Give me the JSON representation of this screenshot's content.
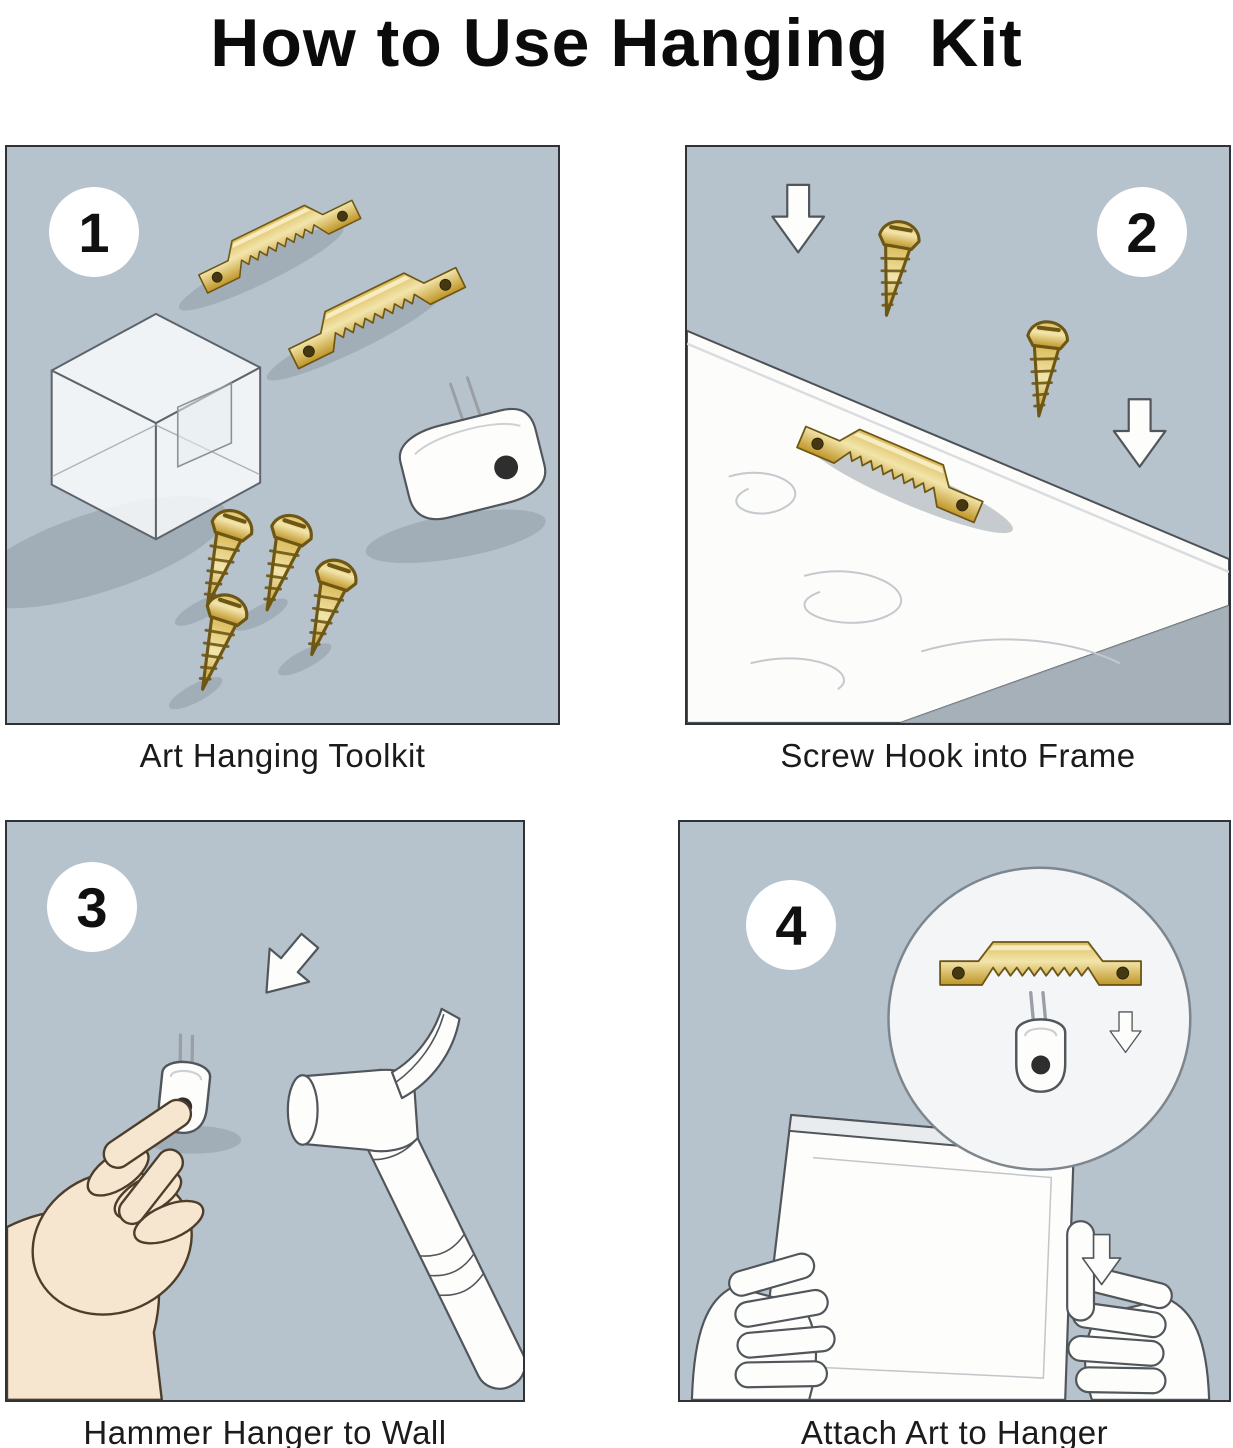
{
  "title": "How to Use Hanging  Kit",
  "steps": [
    {
      "number": "1",
      "caption": "Art Hanging Toolkit"
    },
    {
      "number": "2",
      "caption": "Screw Hook into Frame"
    },
    {
      "number": "3",
      "caption": "Hammer Hanger to Wall"
    },
    {
      "number": "4",
      "caption": "Attach Art to Hanger"
    }
  ],
  "colors": {
    "page_background": "#ffffff",
    "panel_background": "#b6c2cc",
    "panel_border": "#2f3337",
    "brass": "#d6b254",
    "brass_highlight": "#f2e5ab",
    "brass_outline": "#6e5715",
    "line_art": "#51565b",
    "skin": "#f6e6d0",
    "shadow": "#8e99a2",
    "text": "#111111"
  },
  "illustrations": {
    "panel_1": [
      "storage-box",
      "sawtooth-hanger",
      "sawtooth-hanger",
      "screw",
      "screw",
      "screw",
      "screw",
      "wall-hook"
    ],
    "panel_2": [
      "down-arrow",
      "down-arrow",
      "screw",
      "screw",
      "frame-board",
      "sawtooth-hanger"
    ],
    "panel_3": [
      "down-left-arrow",
      "hand",
      "wall-hook",
      "hammer"
    ],
    "panel_4": [
      "magnifier-circle",
      "sawtooth-hanger",
      "wall-hook",
      "down-arrow",
      "picture-frame",
      "left-hand",
      "right-hand",
      "down-arrow"
    ]
  }
}
